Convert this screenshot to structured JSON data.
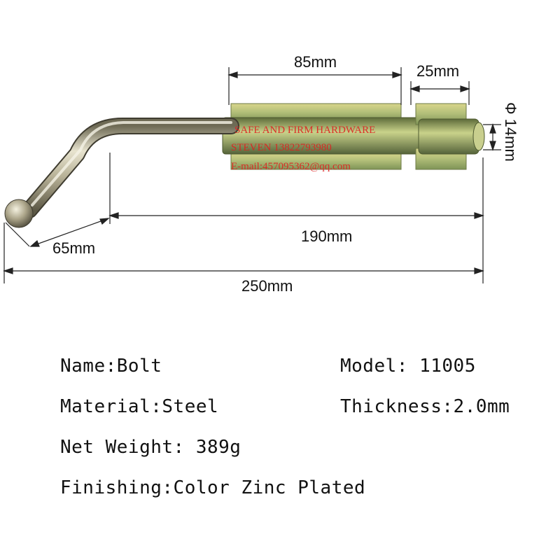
{
  "dimensions": {
    "keeper_length": "85mm",
    "staple_width": "25mm",
    "diameter": "Φ 14mm",
    "handle_length": "65mm",
    "bolt_length": "190mm",
    "overall_length": "250mm"
  },
  "watermark": {
    "line1": "SAFE AND FIRM HARDWARE",
    "line2": "STEVEN 13822793980",
    "line3": "E-mail:457095362@qq.com"
  },
  "specs": {
    "name_label": "Name:",
    "name_value": "Bolt",
    "model_label": "Model:",
    "model_value": "11005",
    "material_label": "Material:",
    "material_value": "Steel",
    "thickness_label": "Thickness:",
    "thickness_value": "2.0mm",
    "weight_label": "Net Weight:",
    "weight_value": "389g",
    "finishing_label": "Finishing:",
    "finishing_value": "Color Zinc Plated"
  },
  "colors": {
    "zinc_yellow": "#c9c46a",
    "zinc_green": "#9fb06e",
    "steel": "#b9b49a",
    "dimension_line": "#222222",
    "watermark": "#e02020"
  }
}
